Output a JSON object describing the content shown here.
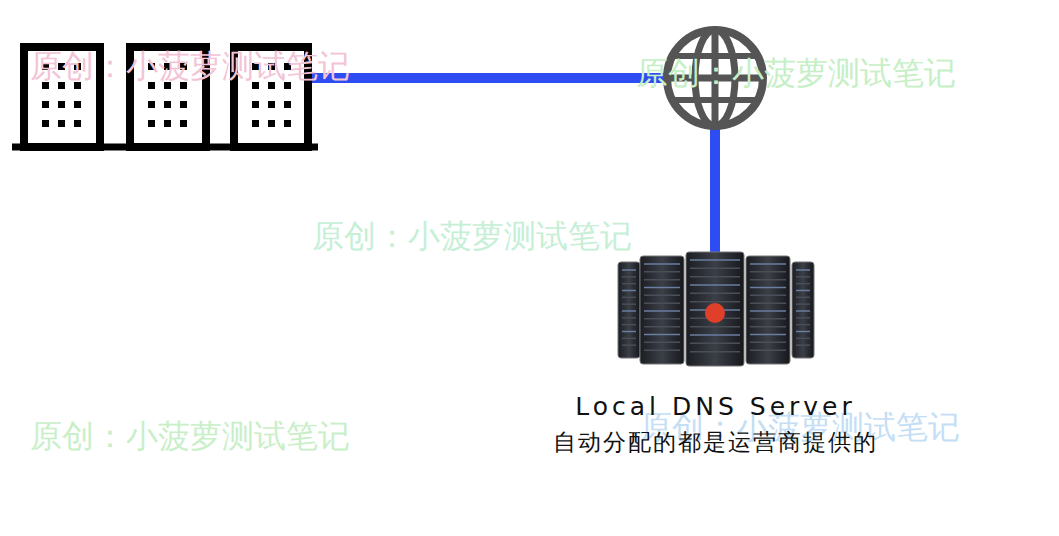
{
  "diagram": {
    "nodes": [
      {
        "text": [
          "Local DNS Server",
          "自动分配的都是运营商提供的"
        ]
      }
    ],
    "labels": [
      "原创：小菠萝测试笔记",
      "原创：小菠萝测试笔记",
      "原创：小菠萝测试笔记",
      "原创：小菠萝测试笔记",
      "原创：小菠萝测试笔记"
    ]
  }
}
